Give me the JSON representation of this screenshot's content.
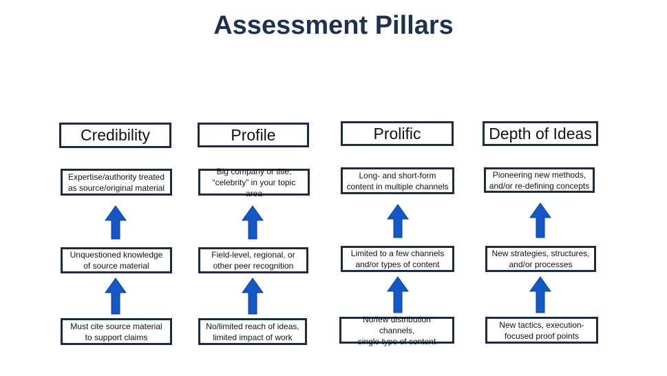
{
  "title": "Assessment Pillars",
  "colors": {
    "title": "#1f3150",
    "border": "#1c2a44",
    "arrow": "#1458c8"
  },
  "pillars": [
    {
      "heading": "Credibility",
      "top": "Expertise/authority treated\nas source/original material",
      "middle": "Unquestioned knowledge\nof source material",
      "bottom": "Must cite source material\nto support claims"
    },
    {
      "heading": "Profile",
      "top": "Big company or title,\n“celebrity” in your topic area",
      "middle": "Field-level, regional, or\nother peer recognition",
      "bottom": "No/limited reach of ideas,\nlimited impact of work"
    },
    {
      "heading": "Prolific",
      "top": "Long- and short-form\ncontent in multiple channels",
      "middle": "Limited to a few channels\nand/or types of content",
      "bottom": "No/few distribution channels,\nsingle type of content"
    },
    {
      "heading": "Depth of Ideas",
      "top": "Pioneering new methods,\nand/or re-defining concepts",
      "middle": "New strategies, structures,\nand/or processes",
      "bottom": "New tactics, execution-\nfocused proof points"
    }
  ]
}
